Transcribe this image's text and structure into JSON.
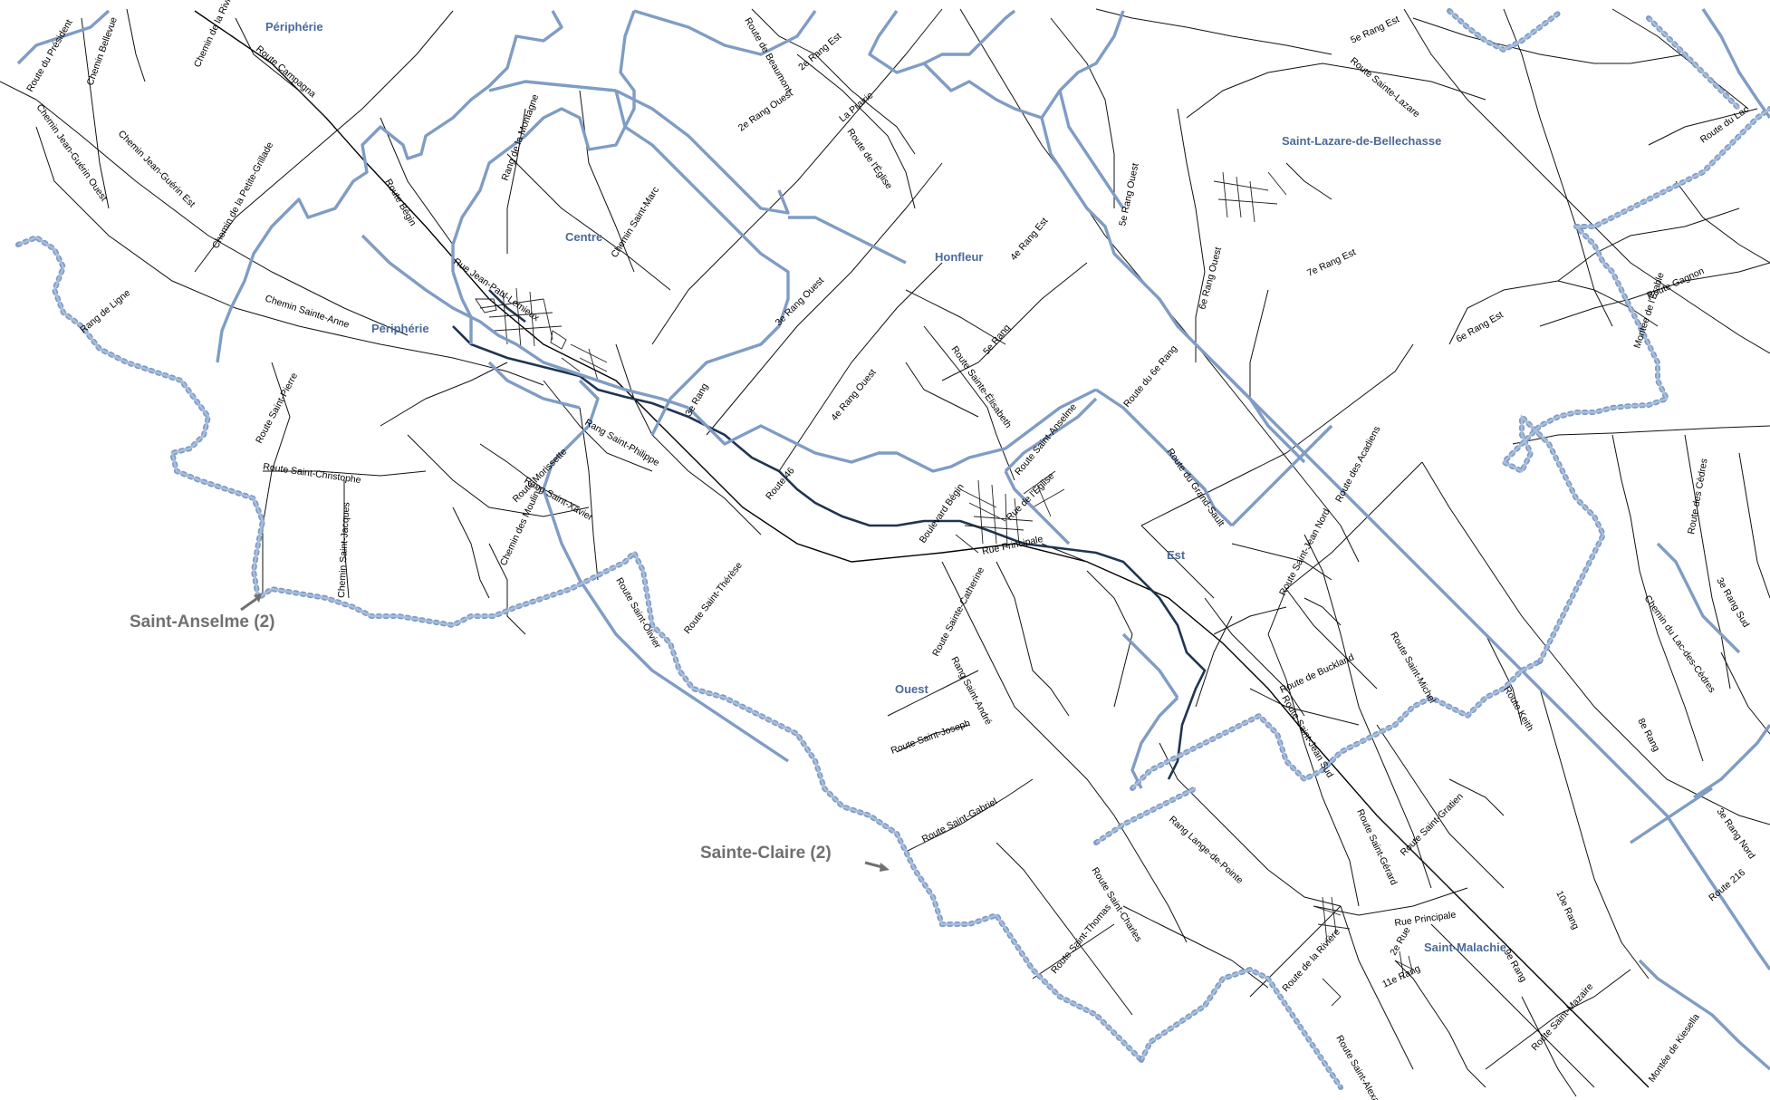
{
  "sectors": {
    "peripherie_top": "Périphérie",
    "peripherie_mid": "Périphérie",
    "centre": "Centre",
    "honfleur": "Honfleur",
    "saint_lazare": "Saint-Lazare-de-Bellechasse",
    "est": "Est",
    "ouest": "Ouest",
    "saint_malachie": "Saint-Malachie"
  },
  "outside": {
    "saint_anselme": "Saint-Anselme (2)",
    "sainte_claire": "Sainte-Claire (2)"
  },
  "roads": [
    "Route du Président",
    "Chemin Bellevue",
    "Chemin de la Rivière",
    "Route Campagna",
    "Chemin Jean-Guérin Ouest",
    "Chemin Jean-Guérin Est",
    "Chemin de la Petite-Grillade",
    "Rang de la Montagne",
    "Route Bégin",
    "Chemin Saint-Marc",
    "Rue Jean-Paul-Lemieux",
    "Chemin Sainte-Anne",
    "Rang de Ligne",
    "Route Saint-Pierre",
    "Route Saint-Christophe",
    "Chemin Saint-Jacques",
    "Route Morissette",
    "Chemin des Moulins",
    "Rang Saint-Xavier",
    "Rang Saint-Philippe",
    "3e Rang",
    "Route de Beaumont",
    "2e Rang Ouest",
    "2e Rang Est",
    "La Prairie",
    "Route de l'Église",
    "3e Rang Ouest",
    "4e Rang Ouest",
    "Route 46",
    "4e Rang Est",
    "5e Rang",
    "Route Sainte-Élisabeth",
    "Route Saint-Anselme",
    "Rue de l'Église",
    "Boulevard Bégin",
    "Rue Principale",
    "Route Saint-Thérèse",
    "Route Saint-Olivier",
    "Route Sainte-Catherine",
    "Rang Saint-André",
    "Route Saint-Joseph",
    "Route Saint-Gabriel",
    "Route Saint-Thomas",
    "Route Saint-Charles",
    "Rang Lange-de-Pointe",
    "Route de la Rivière",
    "Route du 6e Rang",
    "Route du Grand-Sault",
    "Route Saint-Jean Nord",
    "Route des Acadiens",
    "5e Rang Ouest",
    "6e Rang Ouest",
    "6e Rang Est",
    "5e Rang Est",
    "7e Rang Est",
    "Route Sainte-Lazare",
    "Rue Principale",
    "Route Saint-Jean Sud",
    "Route Saint-Gérard",
    "Route Saint-Gratien",
    "Route Keith",
    "Route des Cèdres",
    "Chemin du Lac-des-Cèdres",
    "Montée de l'Érable",
    "8e Rang",
    "9e Rang",
    "10e Rang",
    "11e Rang",
    "2e Rue",
    "Route de Buckland",
    "Route Saint-Alexandre",
    "Route Saint-Michel",
    "Route Saint-Mazaire",
    "Montée de Kiesella",
    "Route 216",
    "3e Rang Nord",
    "3e Rang Sud",
    "Route du Lac",
    "Route Gagnon"
  ]
}
